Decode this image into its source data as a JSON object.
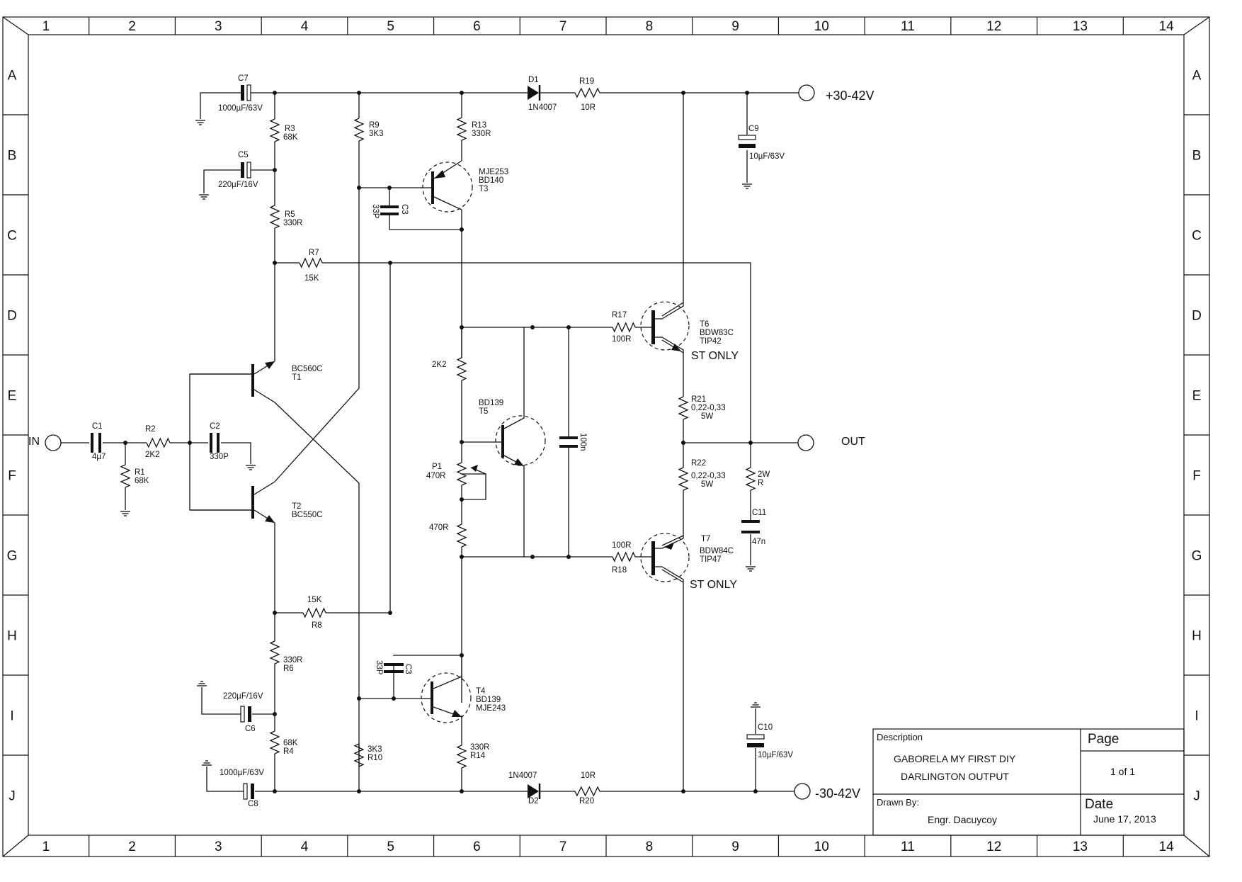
{
  "grid": {
    "columns": [
      "1",
      "2",
      "3",
      "4",
      "5",
      "6",
      "7",
      "8",
      "9",
      "10",
      "11",
      "12",
      "13",
      "14"
    ],
    "rows": [
      "A",
      "B",
      "C",
      "D",
      "E",
      "F",
      "G",
      "H",
      "I",
      "J"
    ]
  },
  "terminals": {
    "input": "IN",
    "output": "OUT",
    "positive_supply": "+30-42V",
    "negative_supply": "-30-42V"
  },
  "components": {
    "C1": {
      "ref": "C1",
      "value": "4µ7"
    },
    "C2": {
      "ref": "C2",
      "value": "330P"
    },
    "C3a": {
      "ref": "C3",
      "value": "33P"
    },
    "C3b": {
      "ref": "C3",
      "value": "33P"
    },
    "C5": {
      "ref": "C5",
      "value": "220µF/16V"
    },
    "C6": {
      "ref": "C6",
      "value": "220µF/16V"
    },
    "C7": {
      "ref": "C7",
      "value": "1000µF/63V"
    },
    "C8": {
      "ref": "C8",
      "value": "1000µF/63V"
    },
    "C9": {
      "ref": "C9",
      "value": "10µF/63V"
    },
    "C10": {
      "ref": "C10",
      "value": "10µF/63V"
    },
    "C11": {
      "ref": "C11",
      "value": "47n"
    },
    "C100n": {
      "value": "100n"
    },
    "R1": {
      "ref": "R1",
      "value": "68K"
    },
    "R2": {
      "ref": "R2",
      "value": "2K2"
    },
    "R3": {
      "ref": "R3",
      "value": "68K"
    },
    "R4": {
      "ref": "R4",
      "value": "68K"
    },
    "R5": {
      "ref": "R5",
      "value": "330R"
    },
    "R6": {
      "ref": "R6",
      "value": "330R"
    },
    "R7": {
      "ref": "R7",
      "value": "15K"
    },
    "R8": {
      "ref": "R8",
      "value": "15K"
    },
    "R9": {
      "ref": "R9",
      "value": "3K3"
    },
    "R10": {
      "ref": "R10",
      "value": "3K3"
    },
    "R13": {
      "ref": "R13",
      "value": "330R"
    },
    "R14": {
      "ref": "R14",
      "value": "330R"
    },
    "R17": {
      "ref": "R17",
      "value": "100R"
    },
    "R18": {
      "ref": "R18",
      "value": "100R"
    },
    "R19": {
      "ref": "R19",
      "value": "10R"
    },
    "R20": {
      "ref": "R20",
      "value": "10R"
    },
    "R21": {
      "ref": "R21",
      "value": "0,22-0,33",
      "power": "5W"
    },
    "R22": {
      "ref": "R22",
      "value": "0,22-0,33",
      "power": "5W"
    },
    "R2K2": {
      "value": "2K2"
    },
    "R470": {
      "value": "470R"
    },
    "Rzobel": {
      "value": "2W",
      "value2": "R"
    },
    "P1": {
      "ref": "P1",
      "value": "470R"
    },
    "D1": {
      "ref": "D1",
      "value": "1N4007"
    },
    "D2": {
      "ref": "D2",
      "value": "1N4007"
    },
    "T1": {
      "ref": "T1",
      "type": "BC560C"
    },
    "T2": {
      "ref": "T2",
      "type": "BC550C"
    },
    "T3": {
      "ref": "T3",
      "type": "MJE253",
      "alt": "BD140"
    },
    "T4": {
      "ref": "T4",
      "type": "BD139",
      "alt": "MJE243"
    },
    "T5": {
      "ref": "T5",
      "type": "BD139"
    },
    "T6": {
      "ref": "T6",
      "type": "BDW83C",
      "alt": "TIP42",
      "note": "ST ONLY"
    },
    "T7": {
      "ref": "T7",
      "type": "BDW84C",
      "alt": "TIP47",
      "note": "ST ONLY"
    }
  },
  "title_block": {
    "description_label": "Description",
    "description_line1": "GABORELA MY FIRST DIY",
    "description_line2": "DARLINGTON OUTPUT",
    "page_label": "Page",
    "page_value": "1 of 1",
    "drawn_by_label": "Drawn By:",
    "drawn_by_value": "Engr. Dacuycoy",
    "date_label": "Date",
    "date_value": "June 17, 2013"
  }
}
